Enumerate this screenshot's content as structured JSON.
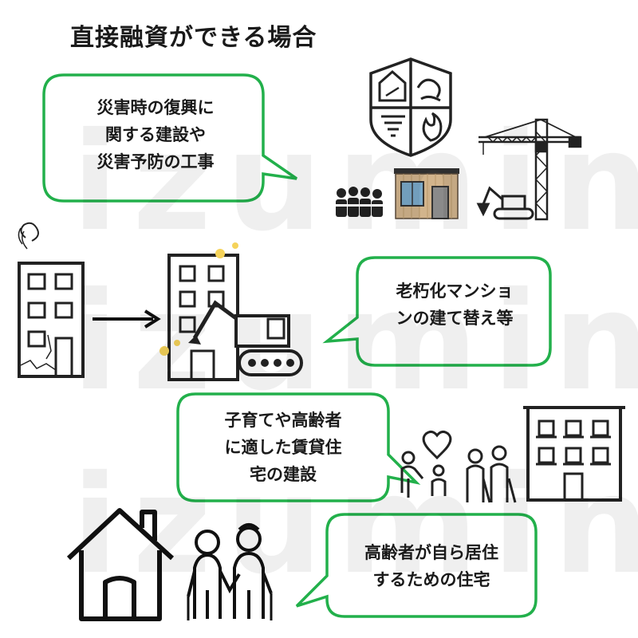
{
  "title": "直接融資ができる場合",
  "watermark": "izumin",
  "accent_color": "#22b04b",
  "bubbles": [
    {
      "lines": [
        "災害時の復興に",
        "関する建設や",
        "災害予防の工事"
      ]
    },
    {
      "lines": [
        "老朽化マンショ",
        "ンの建て替え等"
      ]
    },
    {
      "lines": [
        "子育てや高齢者",
        "に適した賃貸住",
        "宅の建設"
      ]
    },
    {
      "lines": [
        "高齢者が自ら居住",
        "するための住宅"
      ]
    }
  ],
  "icons": [
    "disaster-shield-icon",
    "construction-workers-icon",
    "prefab-house-icon",
    "tower-crane-icon",
    "excavator-icon",
    "old-cracked-building-icon",
    "arrow-right-icon",
    "demolition-building-icon",
    "family-heart-icon",
    "elderly-couple-icon",
    "apartment-building-icon",
    "house-icon"
  ]
}
